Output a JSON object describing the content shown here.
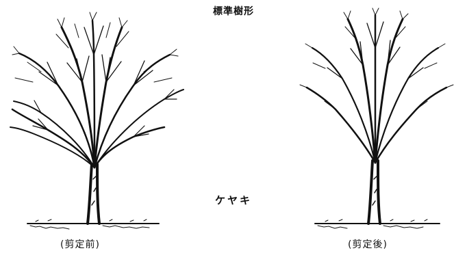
{
  "diagram": {
    "title": "標準樹形",
    "species": "ケヤキ",
    "captions": {
      "before": "(剪定前)",
      "after": "(剪定後)"
    },
    "ink_color": "#111111"
  }
}
